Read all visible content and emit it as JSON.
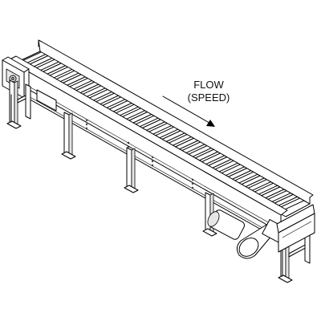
{
  "annotation": {
    "line1": "FLOW",
    "line2": "(SPEED)"
  },
  "conveyor": {
    "roller_count": 40,
    "support_leg_count": 5
  }
}
